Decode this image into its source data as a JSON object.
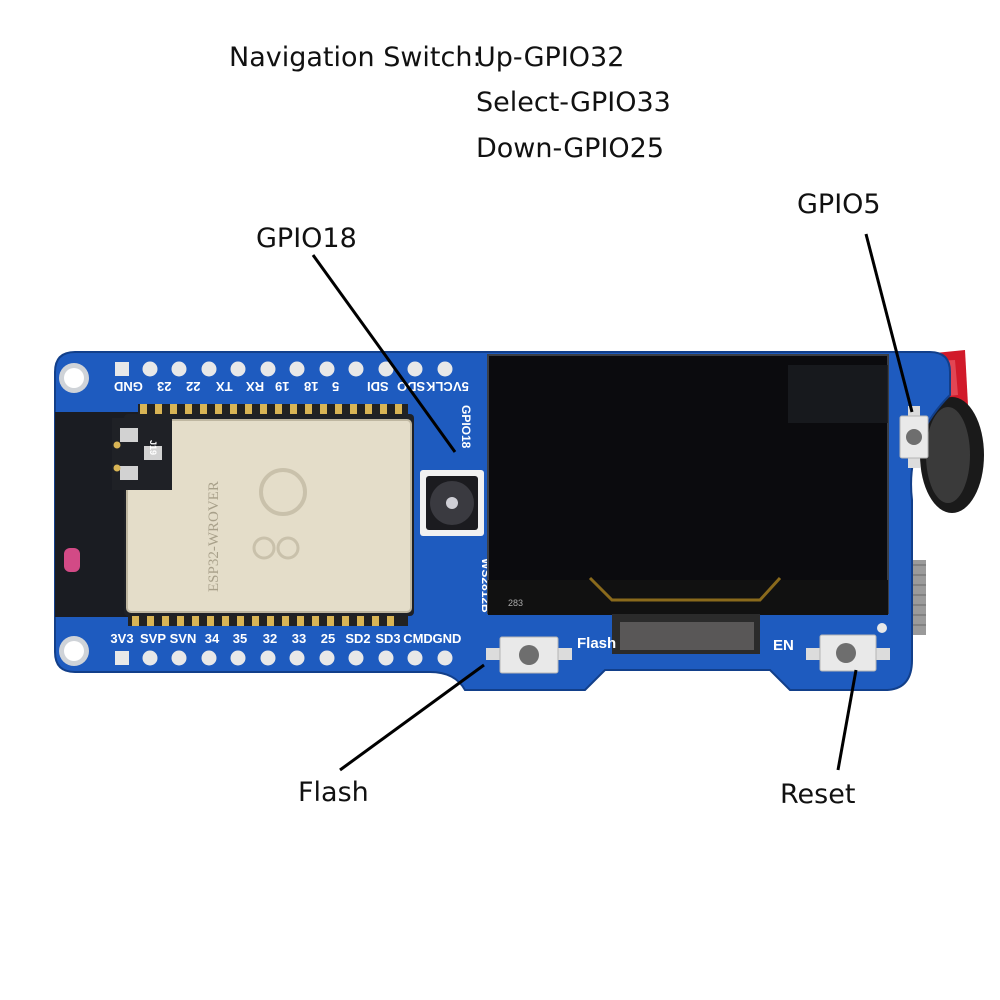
{
  "navigation": {
    "title": "Navigation Switch:",
    "lines": [
      "Up-GPIO32",
      "Select-GPIO33",
      "Down-GPIO25"
    ]
  },
  "callouts": {
    "gpio18": "GPIO18",
    "gpio5": "GPIO5",
    "flash": "Flash",
    "reset": "Reset"
  },
  "board": {
    "top_pins": [
      "GND",
      "23",
      "22",
      "TX",
      "RX",
      "19",
      "18",
      "5",
      "SDI",
      "SDO",
      "CLK",
      "5V"
    ],
    "bottom_pins": [
      "3V3",
      "SVP",
      "SVN",
      "34",
      "35",
      "32",
      "33",
      "25",
      "SD2",
      "SD3",
      "CMD",
      "GND"
    ],
    "led_label": "GPIO18",
    "led_part": "WS2812B",
    "flash_silk": "Flash",
    "en_silk": "EN",
    "module_name": "ESP32-WROVER",
    "display_mark": "283",
    "pad_mark": "J19",
    "colors": {
      "pcb": "#1e5bbf",
      "display": "#0b0b0e",
      "module": "#e4ddc9"
    }
  }
}
